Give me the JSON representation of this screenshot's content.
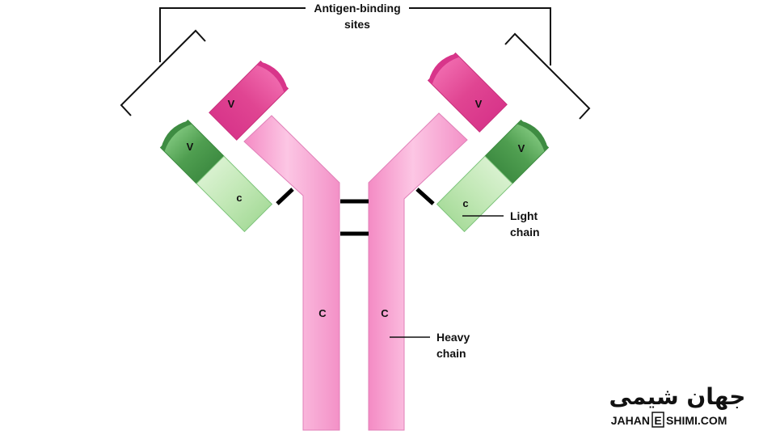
{
  "labels": {
    "antigen_line1": "Antigen-binding",
    "antigen_line2": "sites",
    "light_line1": "Light",
    "light_line2": "chain",
    "heavy_line1": "Heavy",
    "heavy_line2": "chain"
  },
  "segments": {
    "variable": "V",
    "constant_light": "c",
    "constant_heavy": "C"
  },
  "logo": {
    "script_text": "جهان شیمی",
    "domain_left": "JAHAN",
    "domain_e": "E",
    "domain_right": "SHIMI.COM"
  },
  "colors": {
    "heavy_chain": "#f5a3d0",
    "heavy_variable": "#e8569e",
    "light_variable": "#5aa95a",
    "light_constant": "#bde6b0",
    "bond": "#000000"
  }
}
